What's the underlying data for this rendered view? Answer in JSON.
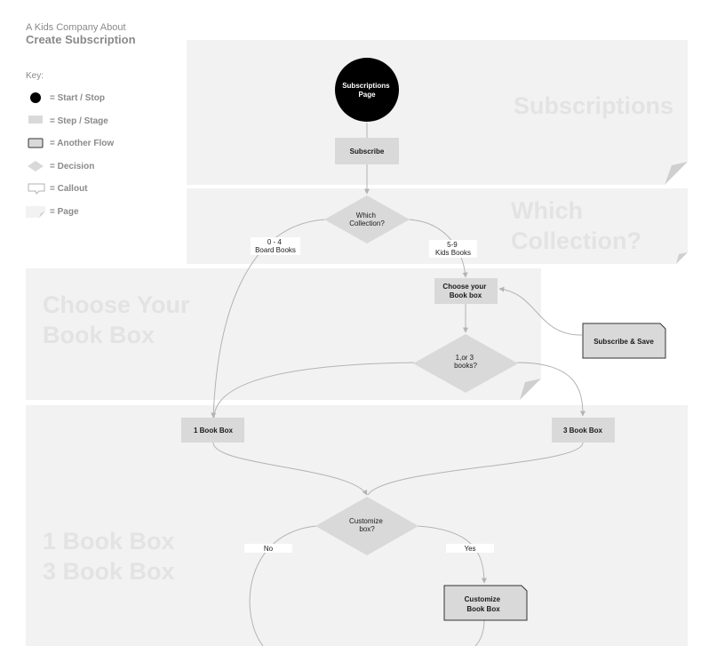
{
  "header": {
    "line1": "A Kids Company About",
    "line2": "Create Subscription"
  },
  "key": {
    "title": "Key:",
    "items": [
      {
        "shape": "filled-circle-icon",
        "label": "= Start / Stop"
      },
      {
        "shape": "rectangle-icon",
        "label": "= Step / Stage"
      },
      {
        "shape": "outlined-rectangle-icon",
        "label": "= Another Flow"
      },
      {
        "shape": "diamond-icon",
        "label": "= Decision"
      },
      {
        "shape": "callout-icon",
        "label": "= Callout"
      },
      {
        "shape": "page-icon",
        "label": "= Page"
      }
    ]
  },
  "sections": {
    "subscriptions": [
      "Subscriptions"
    ],
    "which_collection": [
      "Which",
      "Collection?"
    ],
    "choose_box": [
      "Choose Your",
      "Book Box"
    ],
    "book_boxes": [
      "1 Book Box",
      "3 Book Box"
    ]
  },
  "nodes": {
    "start": [
      "Subscriptions",
      "Page"
    ],
    "subscribe": [
      "Subscribe"
    ],
    "which_collection": [
      "Which",
      "Collection?"
    ],
    "choose_book_box": [
      "Choose your",
      "Book box"
    ],
    "subscribe_save": [
      "Subscribe & Save"
    ],
    "books_decision": [
      "1,or 3",
      "books?"
    ],
    "one_book_box": [
      "1 Book Box"
    ],
    "three_book_box": [
      "3 Book Box"
    ],
    "customize_decision": [
      "Customize",
      "box?"
    ],
    "customize_box": [
      "Customize",
      "Book Box"
    ]
  },
  "edge_labels": {
    "board_books": [
      "0 - 4",
      "Board Books"
    ],
    "kids_books": [
      "5-9",
      "Kids Books"
    ],
    "no": [
      "No"
    ],
    "yes": [
      "Yes"
    ]
  },
  "colors": {
    "section_fill": "#f2f2f2",
    "node_fill": "#d9d9d9",
    "start_fill": "#000000",
    "connector": "#b3b3b3",
    "section_text": "#e3e3e3"
  }
}
